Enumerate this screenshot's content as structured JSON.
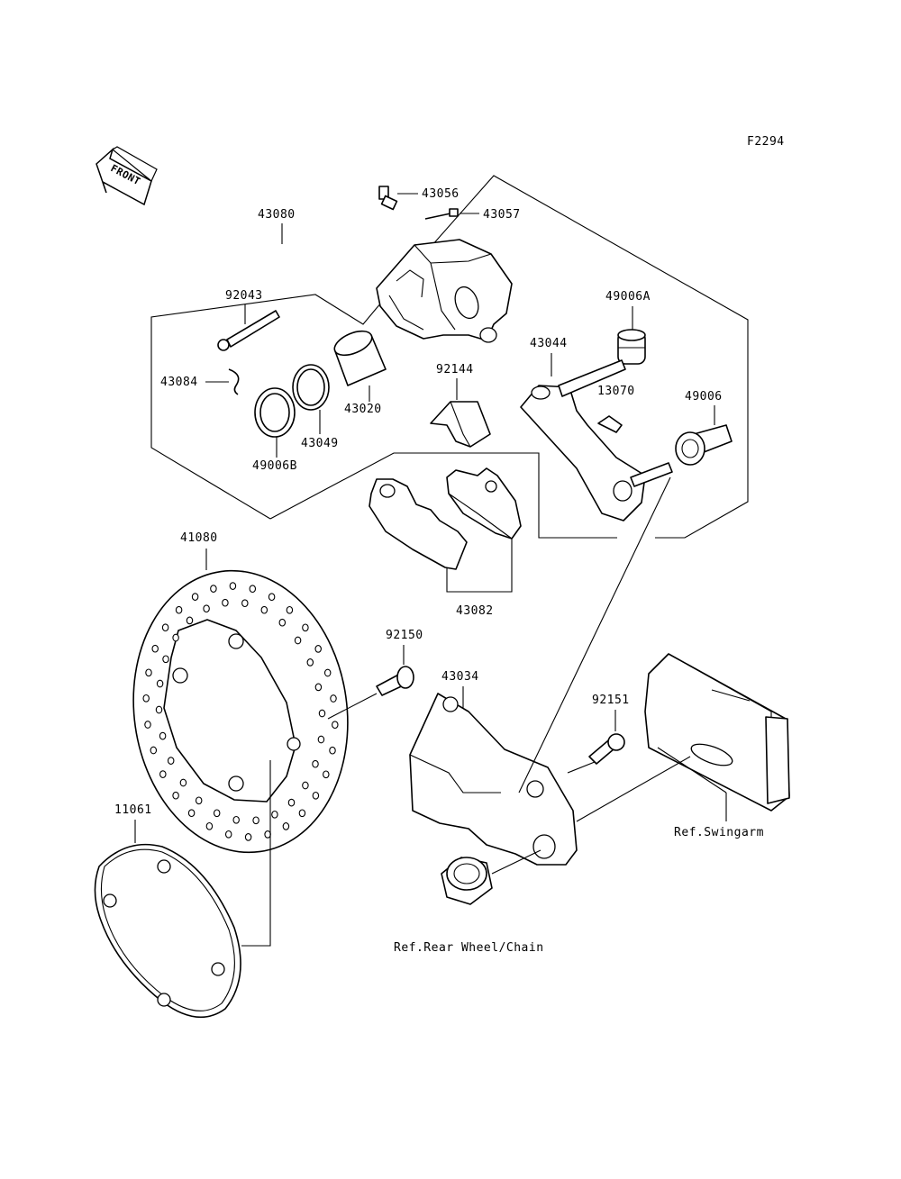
{
  "figure_code": "F2294",
  "front_label": "FRONT",
  "parts": {
    "p43080": "43080",
    "p43056": "43056",
    "p43057": "43057",
    "p92043": "92043",
    "p49006A": "49006A",
    "p43044": "43044",
    "p43084": "43084",
    "p92144": "92144",
    "p13070": "13070",
    "p49006": "49006",
    "p43020": "43020",
    "p43049": "43049",
    "p49006B": "49006B",
    "p41080": "41080",
    "p43082": "43082",
    "p92150": "92150",
    "p43034": "43034",
    "p92151": "92151",
    "p11061": "11061"
  },
  "refs": {
    "swingarm": "Ref.Swingarm",
    "rear_wheel": "Ref.Rear Wheel/Chain"
  }
}
